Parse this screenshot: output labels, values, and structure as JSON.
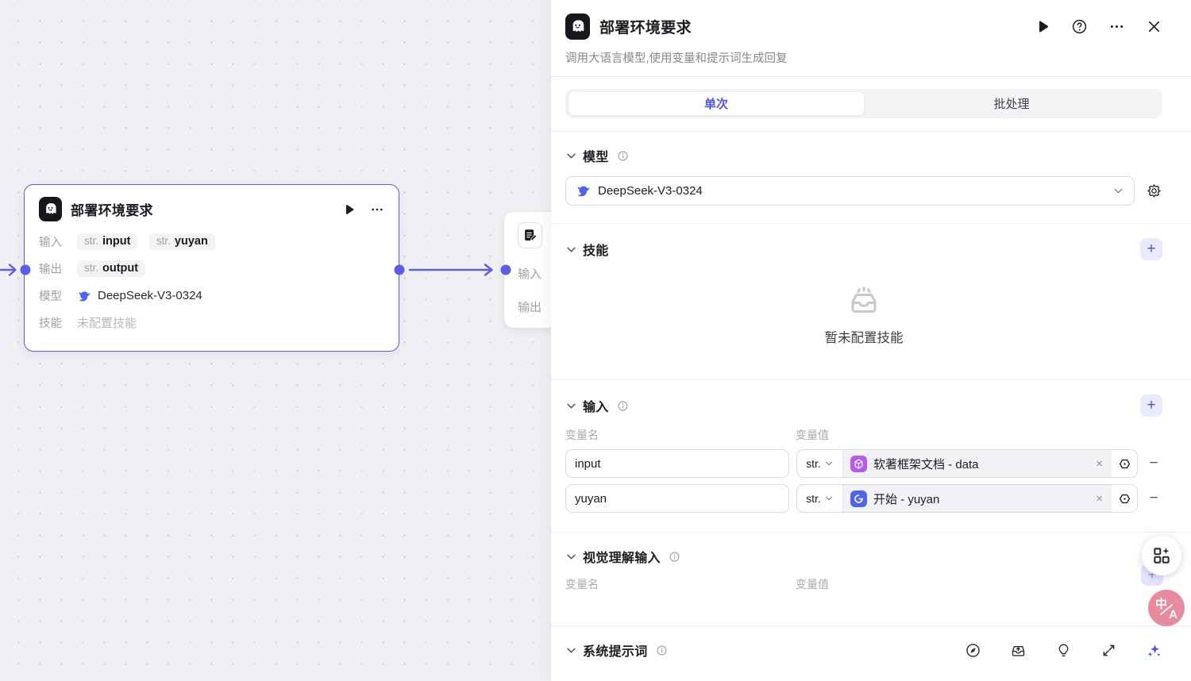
{
  "colors": {
    "accent": "#4d53e8",
    "plugin_icon": "#b55bf0",
    "start_icon": "#4f63ee",
    "translate_bubble": "#e78ba0"
  },
  "canvas": {
    "node": {
      "title": "部署环境要求",
      "labels": {
        "input": "输入",
        "output": "输出",
        "model": "模型",
        "skill": "技能"
      },
      "input_pills": [
        {
          "type": "str.",
          "name": "input"
        },
        {
          "type": "str.",
          "name": "yuyan"
        }
      ],
      "output_pills": [
        {
          "type": "str.",
          "name": "output"
        }
      ],
      "model": "DeepSeek-V3-0324",
      "skill": "未配置技能"
    },
    "partial_node": {
      "input_label": "输入",
      "output_label": "输出"
    }
  },
  "panel": {
    "title": "部署环境要求",
    "subtitle": "调用大语言模型,使用变量和提示词生成回复",
    "tabs": {
      "single": "单次",
      "batch": "批处理"
    },
    "model": {
      "heading": "模型",
      "selected": "DeepSeek-V3-0324"
    },
    "skills": {
      "heading": "技能",
      "empty": "暂未配置技能"
    },
    "inputs": {
      "heading": "输入",
      "col_name": "变量名",
      "col_value": "变量值",
      "rows": [
        {
          "name": "input",
          "type": "str.",
          "ref": "软著框架文档 - data"
        },
        {
          "name": "yuyan",
          "type": "str.",
          "ref": "开始 - yuyan"
        }
      ]
    },
    "vision": {
      "heading": "视觉理解输入",
      "col_name": "变量名",
      "col_value": "变量值"
    },
    "prompt": {
      "heading": "系统提示词"
    }
  }
}
